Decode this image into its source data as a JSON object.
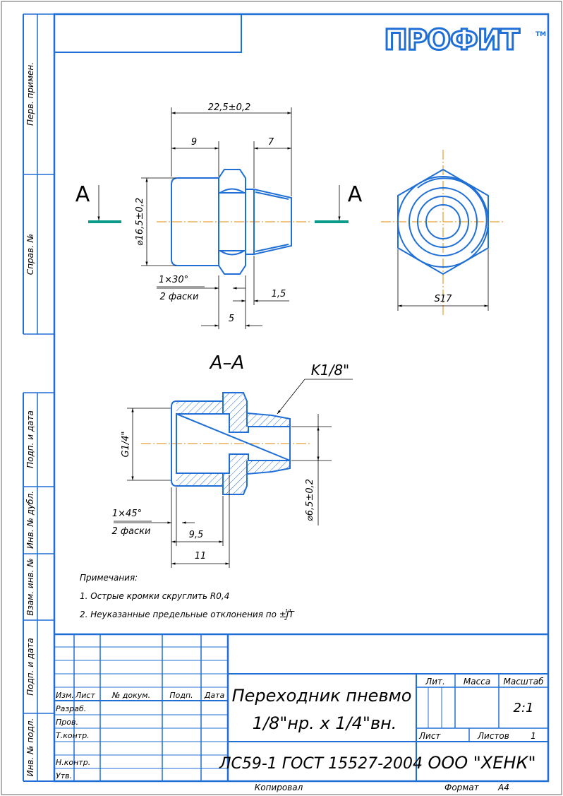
{
  "logo": {
    "text": "ПРОФИТ",
    "tm": "TM"
  },
  "colors": {
    "frame": "#1f6fd6",
    "axis": "#e08a00",
    "cut": "#0a9a8a",
    "text": "#000000"
  },
  "side_column": [
    "Перв. примен.",
    "Справ. №",
    "Подп. и дата",
    "Инв. № дубл.",
    "Взам. инв. №",
    "Подп. и дата",
    "Инв. № подл."
  ],
  "view_top": {
    "dims": {
      "overall": "22,5±0,2",
      "body": "9",
      "thread": "7",
      "diameter": "⌀16,5±0,2",
      "chamfer": "1×30°",
      "chamfer_note": "2 фаски",
      "flange": "5",
      "step": "1,5",
      "hex": "S17"
    },
    "cut_label_left": "A",
    "cut_label_right": "A"
  },
  "section": {
    "title": "A–A",
    "thread_label": "K1/8\"",
    "dims": {
      "bore_thread": "G1/4\"",
      "inner": "⌀6,5±0,2",
      "chamfer": "1×45°",
      "chamfer_note": "2 фаски",
      "depth_a": "9,5",
      "depth_b": "11"
    }
  },
  "notes": {
    "title": "Примечания:",
    "items": [
      "1. Острые кромки скруглить R0,4",
      "2. Неуказанные предельные отклонения по ±IT"
    ],
    "it_frac_top": "14",
    "it_frac_bottom": "2"
  },
  "title_block": {
    "headers": {
      "izm": "Изм.",
      "list": "Лист",
      "doc": "№ докум.",
      "sign": "Подп.",
      "date": "Дата"
    },
    "roles": [
      "Разраб.",
      "Пров.",
      "Т.контр.",
      "",
      "Н.контр.",
      "Утв."
    ],
    "name_line1": "Переходник пневмо",
    "name_line2": "1/8\"нр. x 1/4\"вн.",
    "material": "ЛС59-1 ГОСТ 15527-2004",
    "company": "ООО \"ХЕНК\"",
    "lit": "Лит.",
    "mass": "Масса",
    "scale_label": "Масштаб",
    "scale": "2:1",
    "sheet": "Лист",
    "sheets": "Листов",
    "sheets_count": "1"
  },
  "footer": {
    "copied": "Копировал",
    "format_label": "Формат",
    "format": "A4"
  }
}
